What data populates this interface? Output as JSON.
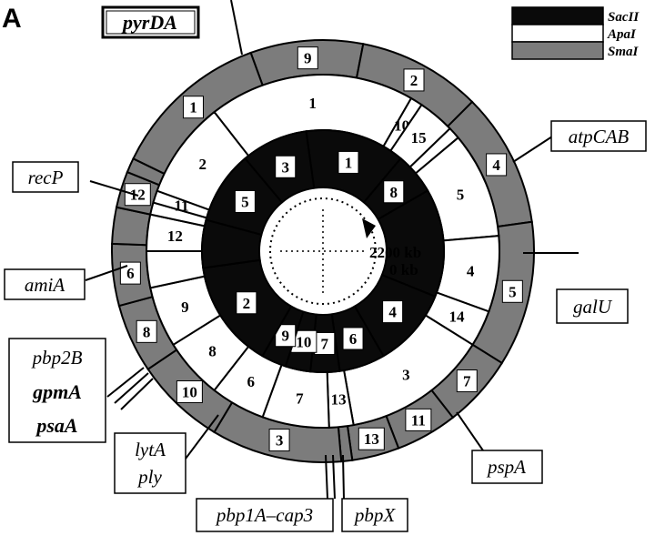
{
  "panel_label": "A",
  "colors": {
    "sacII": "#0a0a0a",
    "apaI": "#ffffff",
    "smaI": "#7c7c7c",
    "stroke": "#000000"
  },
  "legend": [
    {
      "name": "SacII",
      "fill": "#0a0a0a"
    },
    {
      "name": "ApaI",
      "fill": "#ffffff"
    },
    {
      "name": "SmaI",
      "fill": "#7c7c7c"
    }
  ],
  "center_labels": {
    "top": "2200 kb",
    "bottom": "0 kb"
  },
  "rings": {
    "smaI": [
      {
        "label": "9",
        "start": -20,
        "end": 11
      },
      {
        "label": "2",
        "start": 11,
        "end": 45
      },
      {
        "label": "4",
        "start": 45,
        "end": 82
      },
      {
        "label": "5",
        "start": 82,
        "end": 122
      },
      {
        "label": "7",
        "start": 122,
        "end": 142
      },
      {
        "label": "11",
        "start": 142,
        "end": 159
      },
      {
        "label": "13",
        "start": 159,
        "end": 172
      },
      {
        "label": "",
        "start": 172,
        "end": 175
      },
      {
        "label": "3",
        "start": 175,
        "end": 211
      },
      {
        "label": "10",
        "start": 211,
        "end": 236
      },
      {
        "label": "8",
        "start": 236,
        "end": 255
      },
      {
        "label": "6",
        "start": 255,
        "end": 272
      },
      {
        "label": "",
        "start": 272,
        "end": 282
      },
      {
        "label": "12",
        "start": 282,
        "end": 292
      },
      {
        "label": "",
        "start": 292,
        "end": 296
      },
      {
        "label": "1",
        "start": 296,
        "end": 340
      }
    ],
    "apaI": [
      {
        "label": "1",
        "start": -38,
        "end": 30
      },
      {
        "label": "10",
        "start": 30,
        "end": 34
      },
      {
        "label": "15",
        "start": 34,
        "end": 46
      },
      {
        "label": "",
        "start": 46,
        "end": 50
      },
      {
        "label": "5",
        "start": 50,
        "end": 85
      },
      {
        "label": "4",
        "start": 85,
        "end": 110
      },
      {
        "label": "14",
        "start": 110,
        "end": 122
      },
      {
        "label": "3",
        "start": 122,
        "end": 170
      },
      {
        "label": "13",
        "start": 170,
        "end": 178
      },
      {
        "label": "7",
        "start": 178,
        "end": 200
      },
      {
        "label": "6",
        "start": 200,
        "end": 218
      },
      {
        "label": "8",
        "start": 218,
        "end": 238
      },
      {
        "label": "9",
        "start": 238,
        "end": 258
      },
      {
        "label": "",
        "start": 258,
        "end": 270
      },
      {
        "label": "12",
        "start": 270,
        "end": 282
      },
      {
        "label": "",
        "start": 282,
        "end": 286
      },
      {
        "label": "11",
        "start": 286,
        "end": 290
      },
      {
        "label": "2",
        "start": 290,
        "end": 322
      }
    ],
    "sacII": [
      {
        "label": "1",
        "start": -8,
        "end": 40
      },
      {
        "label": "8",
        "start": 40,
        "end": 60
      },
      {
        "label": "",
        "start": 60,
        "end": 112
      },
      {
        "label": "4",
        "start": 112,
        "end": 150
      },
      {
        "label": "6",
        "start": 150,
        "end": 172
      },
      {
        "label": "7",
        "start": 172,
        "end": 186
      },
      {
        "label": "10",
        "start": 186,
        "end": 198
      },
      {
        "label": "9",
        "start": 198,
        "end": 210
      },
      {
        "label": "2",
        "start": 210,
        "end": 262
      },
      {
        "label": "",
        "start": 262,
        "end": 285
      },
      {
        "label": "5",
        "start": 285,
        "end": 320
      },
      {
        "label": "3",
        "start": 320,
        "end": 352
      }
    ]
  },
  "genes": [
    {
      "id": "pyrDA",
      "lines": [
        "pyrDA"
      ],
      "bold": true,
      "angle": -31
    },
    {
      "id": "atpCAB",
      "lines": [
        "atpCAB"
      ],
      "bold": false,
      "angle": 55
    },
    {
      "id": "recP",
      "lines": [
        "recP"
      ],
      "bold": false,
      "angle": 288
    },
    {
      "id": "amiA",
      "lines": [
        "amiA"
      ],
      "bold": false,
      "angle": 258
    },
    {
      "id": "galU",
      "lines": [
        "galU"
      ],
      "bold": false,
      "angle": 95
    },
    {
      "id": "pbp2B-gpmA-psaA",
      "lines": [
        "pbp2B",
        "gpmA",
        "psaA"
      ],
      "bold": false,
      "angle": 235
    },
    {
      "id": "lytA-ply",
      "lines": [
        "lytA",
        "ply"
      ],
      "bold": false,
      "angle": 213
    },
    {
      "id": "pspA",
      "lines": [
        "pspA"
      ],
      "bold": false,
      "angle": 147
    },
    {
      "id": "pbp1A-cap3",
      "lines": [
        "pbp1A–cap3"
      ],
      "bold": false,
      "angle": 180
    },
    {
      "id": "pbpX",
      "lines": [
        "pbpX"
      ],
      "bold": false,
      "angle": 177
    }
  ]
}
